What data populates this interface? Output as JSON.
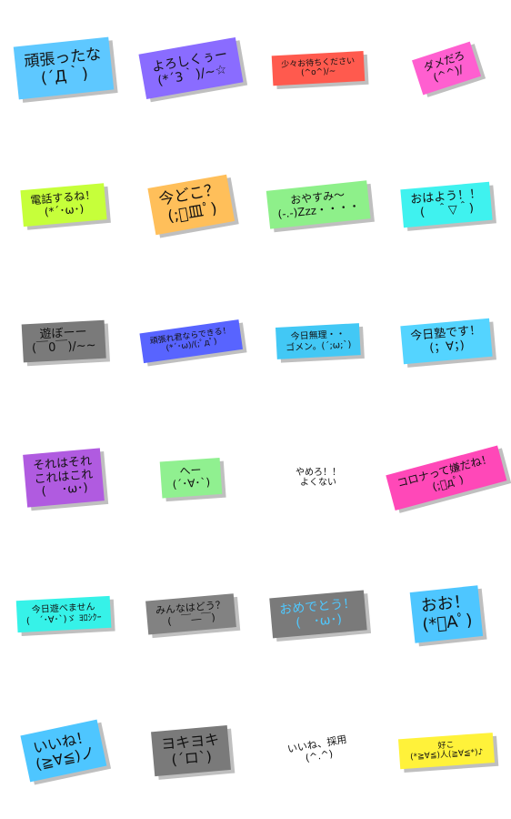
{
  "stickers": [
    {
      "lines": [
        "頑張ったな",
        "(´Д｀)"
      ],
      "bg": "#5ec8ff",
      "fg": "#111111",
      "size": 17,
      "rot": -6,
      "w": 100,
      "h": 58
    },
    {
      "lines": [
        "よろしくぅー",
        "(*´3｀)/~☆"
      ],
      "bg": "#8a6cff",
      "fg": "#111111",
      "size": 14,
      "rot": -10,
      "w": 108,
      "h": 50
    },
    {
      "lines": [
        "少々お待ちください",
        "(^o^)/~"
      ],
      "bg": "#ff5a4e",
      "fg": "#111111",
      "size": 9,
      "rot": -3,
      "w": 86,
      "h": 28
    },
    {
      "lines": [
        "ダメだろ",
        "(^^)/"
      ],
      "bg": "#ff5fd0",
      "fg": "#111111",
      "size": 12,
      "rot": -18,
      "w": 64,
      "h": 40
    },
    {
      "lines": [
        "電話するね！",
        "(*´･ω･)"
      ],
      "bg": "#c6ff3a",
      "fg": "#111111",
      "size": 12,
      "rot": -5,
      "w": 80,
      "h": 36
    },
    {
      "lines": [
        "今どこ？",
        "(;ﾟ皿ﾟ)"
      ],
      "bg": "#ffbf5a",
      "fg": "#111111",
      "size": 17,
      "rot": -10,
      "w": 80,
      "h": 52
    },
    {
      "lines": [
        "おやすみ～",
        "(-.-)Zzz・・・・"
      ],
      "bg": "#8ef08a",
      "fg": "#111111",
      "size": 12,
      "rot": -6,
      "w": 92,
      "h": 42
    },
    {
      "lines": [
        "おはよう！！",
        "(　＾▽＾)"
      ],
      "bg": "#3ff2ef",
      "fg": "#111111",
      "size": 13,
      "rot": -5,
      "w": 84,
      "h": 42
    },
    {
      "lines": [
        "遊ぼーー",
        "(￣0￣)/~~"
      ],
      "bg": "#7a7a7a",
      "fg": "#111111",
      "size": 13,
      "rot": -3,
      "w": 80,
      "h": 40
    },
    {
      "lines": [
        "頑張れ君ならできる！",
        "(*´･ω)/(;ﾟдﾟ)"
      ],
      "bg": "#5864ff",
      "fg": "#111111",
      "size": 9,
      "rot": -8,
      "w": 92,
      "h": 32
    },
    {
      "lines": [
        "今日無理・・",
        "ゴメン。(´;ω;`)"
      ],
      "bg": "#42c8f5",
      "fg": "#111111",
      "size": 10,
      "rot": -3,
      "w": 84,
      "h": 32
    },
    {
      "lines": [
        "今日塾です！",
        "(；∀；)"
      ],
      "bg": "#54d4ff",
      "fg": "#111111",
      "size": 13,
      "rot": -5,
      "w": 78,
      "h": 42
    },
    {
      "lines": [
        "それはそれ",
        "これはこれ",
        "( 　･ω･)"
      ],
      "bg": "#b05be0",
      "fg": "#111111",
      "size": 13,
      "rot": -5,
      "w": 82,
      "h": 58
    },
    {
      "lines": [
        "へー",
        "(´･∀･`)"
      ],
      "bg": "#90f090",
      "fg": "#111111",
      "size": 12,
      "rot": -4,
      "w": 66,
      "h": 34
    },
    {
      "lines": [
        "やめろ！！",
        "よくない"
      ],
      "bg": "transparent",
      "fg": "#111111",
      "size": 10,
      "rot": 0,
      "w": 80,
      "h": 36,
      "plain": true
    },
    {
      "lines": [
        "コロナって嫌だね！",
        "(;ﾟдﾟ)"
      ],
      "bg": "#ff48b8",
      "fg": "#111111",
      "size": 12,
      "rot": -15,
      "w": 104,
      "h": 36
    },
    {
      "lines": [
        "今日遊べません",
        "(　´･∀･`)ゞ ﾖﾛｼｸｰ"
      ],
      "bg": "#36f2e8",
      "fg": "#111111",
      "size": 10,
      "rot": -3,
      "w": 96,
      "h": 32
    },
    {
      "lines": [
        "みんなはどう？",
        "(　￣―￣)"
      ],
      "bg": "#828282",
      "fg": "#111111",
      "size": 11,
      "rot": -5,
      "w": 82,
      "h": 34
    },
    {
      "lines": [
        "おめでとう！",
        "(　･ω･)"
      ],
      "bg": "#7a7a7a",
      "fg": "#4fc8ff",
      "size": 14,
      "rot": -5,
      "w": 88,
      "h": 44
    },
    {
      "lines": [
        "おお！",
        "(*ﾟAﾟ)"
      ],
      "bg": "#4ec6ff",
      "fg": "#111111",
      "size": 18,
      "rot": -6,
      "w": 66,
      "h": 56
    },
    {
      "lines": [
        "いいね！",
        "(≧∀≦)ノ"
      ],
      "bg": "#4ec6ff",
      "fg": "#111111",
      "size": 16,
      "rot": -12,
      "w": 80,
      "h": 52
    },
    {
      "lines": [
        "ヨキヨキ",
        "(´ロ`)"
      ],
      "bg": "#7a7a7a",
      "fg": "#111111",
      "size": 16,
      "rot": -5,
      "w": 72,
      "h": 48
    },
    {
      "lines": [
        "いいね、採用",
        "(^.^)"
      ],
      "bg": "transparent",
      "fg": "#111111",
      "size": 11,
      "rot": -10,
      "w": 80,
      "h": 36,
      "plain": true
    },
    {
      "lines": [
        "好こ",
        "(*≧∀≦)人(≧∀≦*)♪"
      ],
      "bg": "#fff23a",
      "fg": "#111111",
      "size": 9,
      "rot": -4,
      "w": 104,
      "h": 30
    }
  ]
}
